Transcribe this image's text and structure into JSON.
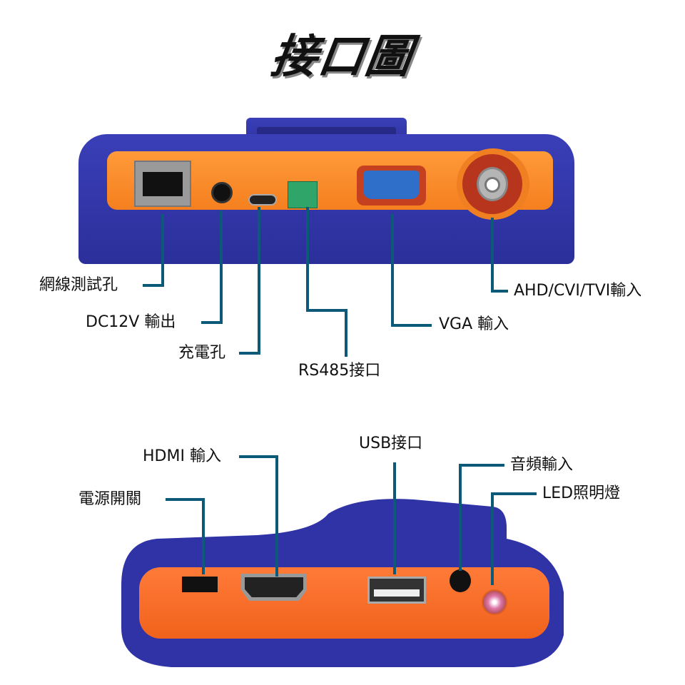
{
  "title": "接口圖",
  "top_panel": {
    "labels": {
      "lan": "網線測試孔",
      "dc": "DC12V 輸出",
      "charge": "充電孔",
      "rs485": "RS485接口",
      "vga": "VGA 輸入",
      "video": "AHD/CVI/TVI輸入"
    }
  },
  "bottom_panel": {
    "labels": {
      "hdmi": "HDMI 輸入",
      "power": "電源開關",
      "usb": "USB接口",
      "audio": "音頻輸入",
      "led": "LED照明燈"
    }
  },
  "colors": {
    "callout": "#0d5a78",
    "body": "#2f33a6",
    "panel": "#f88a2a"
  }
}
